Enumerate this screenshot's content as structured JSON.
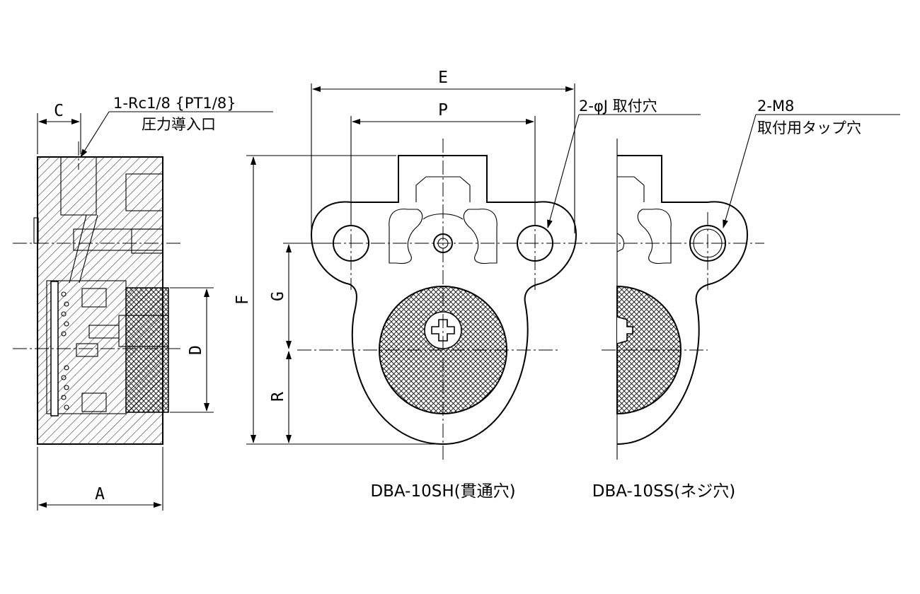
{
  "dimensions": {
    "A": "A",
    "C": "C",
    "D": "D",
    "E": "E",
    "P": "P",
    "F": "F",
    "G": "G",
    "R": "R"
  },
  "callouts": {
    "port_line1": "1-Rc1/8 {PT1/8}",
    "port_line2": "圧力導入口",
    "hole_through": "2-φJ 取付穴",
    "tap_line1": "2-M8",
    "tap_line2": "取付用タップ穴"
  },
  "captions": {
    "through_type": "DBA-10SH(貫通穴)",
    "tapped_type": "DBA-10SS(ネジ穴)"
  }
}
